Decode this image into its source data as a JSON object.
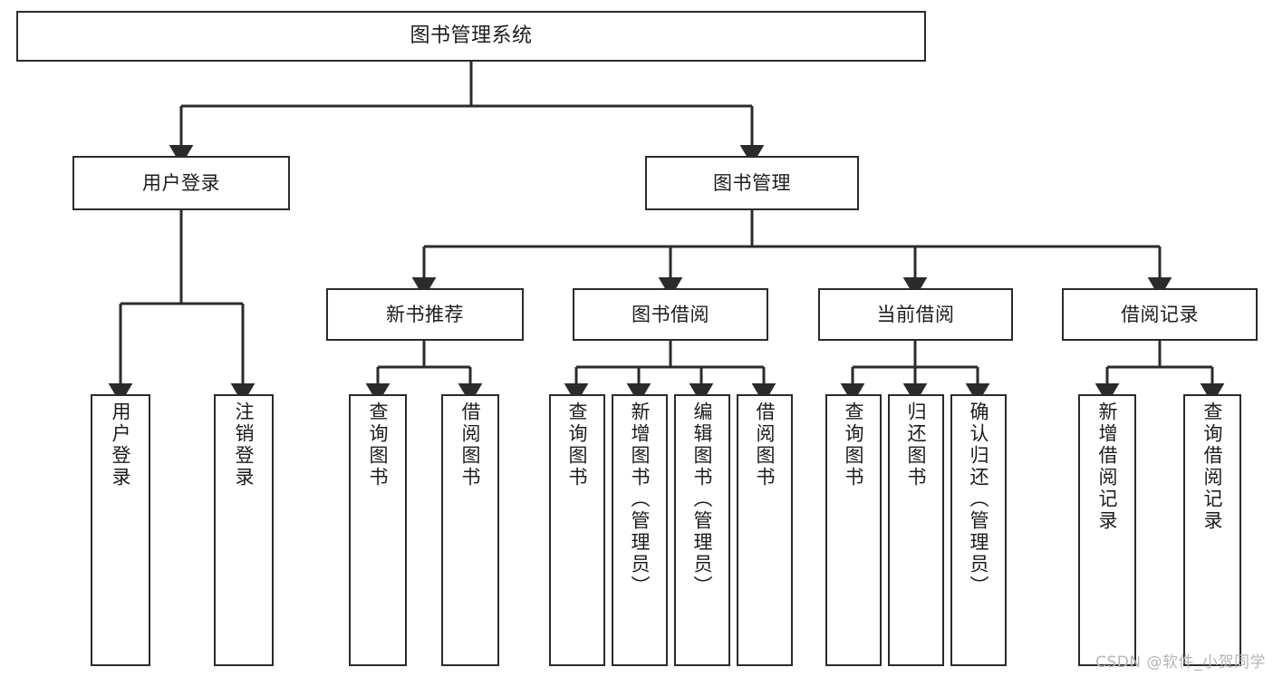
{
  "diagram": {
    "title": "图书管理系统",
    "type": "hierarchy-tree",
    "watermark": "CSDN @软件_小贺同学",
    "colors": {
      "stroke": "#2b2b2b",
      "fill": "#ffffff",
      "text": "#1c1c1c",
      "watermark": "#b6b6b6"
    },
    "root": {
      "label": "图书管理系统"
    },
    "level2": [
      {
        "label": "用户登录"
      },
      {
        "label": "图书管理"
      }
    ],
    "level3": [
      {
        "label": "新书推荐"
      },
      {
        "label": "图书借阅"
      },
      {
        "label": "当前借阅"
      },
      {
        "label": "借阅记录"
      }
    ],
    "leaves": {
      "user_login": [
        {
          "label": "用户登录"
        },
        {
          "label": "注销登录"
        }
      ],
      "new_book": [
        {
          "label": "查询图书"
        },
        {
          "label": "借阅图书"
        }
      ],
      "book_borrow": [
        {
          "label": "查询图书"
        },
        {
          "label": "新增图书（管理员）"
        },
        {
          "label": "编辑图书（管理员）"
        },
        {
          "label": "借阅图书"
        }
      ],
      "current_borrow": [
        {
          "label": "查询图书"
        },
        {
          "label": "归还图书"
        },
        {
          "label": "确认归还（管理员）"
        }
      ],
      "borrow_record": [
        {
          "label": "新增借阅记录"
        },
        {
          "label": "查询借阅记录"
        }
      ]
    }
  }
}
